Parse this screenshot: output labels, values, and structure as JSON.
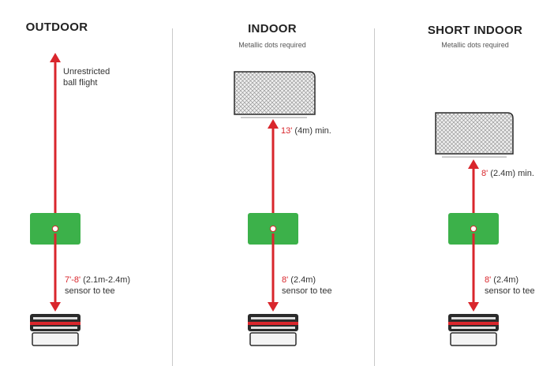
{
  "colors": {
    "arrow": "#d9262c",
    "mat": "#3cb14a",
    "net_fill": "#e9e9e9",
    "net_border": "#333333",
    "device_body": "#2b2b2b",
    "device_stripe": "#d9262c",
    "divider": "#c9c9c9",
    "accent_text": "#d9262c"
  },
  "icons": [
    "up-arrow-icon",
    "down-arrow-icon",
    "hitting-mat-icon",
    "ball-dot-icon",
    "net-icon",
    "launch-monitor-icon"
  ],
  "columns": [
    {
      "title": "OUTDOOR",
      "subtitle": "",
      "top_label": {
        "line1": "Unrestricted",
        "line2": "ball flight",
        "highlight": "",
        "rest": ""
      },
      "bottom_label": {
        "highlight": "7'-8'",
        "rest": " (2.1m-2.4m)",
        "line2": "sensor to tee"
      }
    },
    {
      "title": "INDOOR",
      "subtitle": "Metallic dots required",
      "top_label": {
        "line1": "",
        "line2": "",
        "highlight": "13'",
        "rest": " (4m) min."
      },
      "bottom_label": {
        "highlight": "8'",
        "rest": " (2.4m)",
        "line2": "sensor to tee"
      }
    },
    {
      "title": "SHORT INDOOR",
      "subtitle": "Metallic dots required",
      "top_label": {
        "line1": "",
        "line2": "",
        "highlight": "8'",
        "rest": " (2.4m) min."
      },
      "bottom_label": {
        "highlight": "8'",
        "rest": " (2.4m)",
        "line2": "sensor to tee"
      }
    }
  ]
}
